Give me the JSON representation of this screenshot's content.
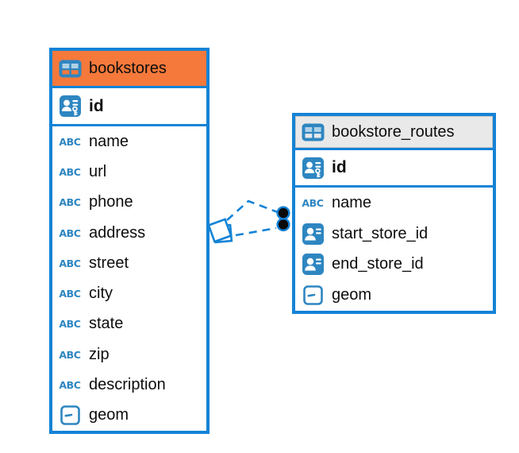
{
  "diagram": {
    "background": "#ffffff",
    "kind": "entity-relationship-diagram"
  },
  "colors": {
    "accent_blue": "#1483d6",
    "icon_blue": "#2e86c1",
    "header_orange": "#f5793b",
    "header_gray": "#e9e9e9",
    "header_gray_border": "#c4c4c4",
    "text": "#0d0d0d",
    "dot_marker_fill": "#0a0a0a"
  },
  "tables": [
    {
      "title": "bookstores",
      "header_color": "#f5793b",
      "header_border": "#f5793b",
      "columns": [
        {
          "name": "id",
          "type_icon": "pk",
          "primary": true
        },
        {
          "name": "name",
          "type_icon": "text"
        },
        {
          "name": "url",
          "type_icon": "text"
        },
        {
          "name": "phone",
          "type_icon": "text"
        },
        {
          "name": "address",
          "type_icon": "text"
        },
        {
          "name": "street",
          "type_icon": "text"
        },
        {
          "name": "city",
          "type_icon": "text"
        },
        {
          "name": "state",
          "type_icon": "text"
        },
        {
          "name": "zip",
          "type_icon": "text"
        },
        {
          "name": "description",
          "type_icon": "text"
        },
        {
          "name": "geom",
          "type_icon": "geometry"
        }
      ]
    },
    {
      "title": "bookstore_routes",
      "header_color": "#e9e9e9",
      "header_border": "#c4c4c4",
      "columns": [
        {
          "name": "id",
          "type_icon": "pk",
          "primary": true
        },
        {
          "name": "name",
          "type_icon": "text"
        },
        {
          "name": "start_store_id",
          "type_icon": "fk"
        },
        {
          "name": "end_store_id",
          "type_icon": "fk"
        },
        {
          "name": "geom",
          "type_icon": "geometry"
        }
      ]
    }
  ],
  "relationships": [
    {
      "from_table": "bookstores",
      "to_table": "bookstore_routes",
      "line_style": "dashed",
      "source_marker": "diamond",
      "target_marker": "filled-dot"
    },
    {
      "from_table": "bookstores",
      "to_table": "bookstore_routes",
      "line_style": "dashed",
      "source_marker": "diamond",
      "target_marker": "filled-dot"
    }
  ]
}
